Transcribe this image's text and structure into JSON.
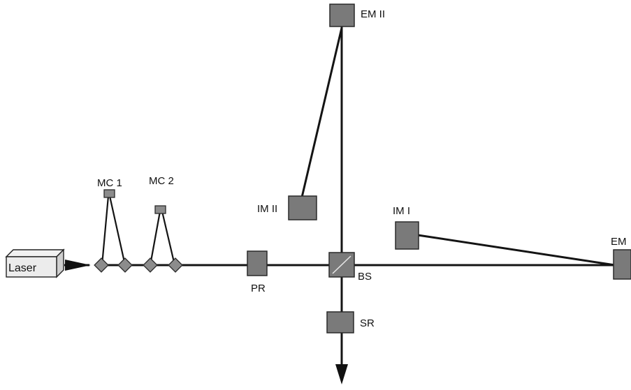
{
  "diagram": {
    "labels": {
      "laser": "Laser",
      "mc1": "MC 1",
      "mc2": "MC 2",
      "pr": "PR",
      "bs": "BS",
      "sr": "SR",
      "im1": "IM I",
      "im2": "IM II",
      "em1": "EM",
      "em2": "EM II"
    }
  }
}
